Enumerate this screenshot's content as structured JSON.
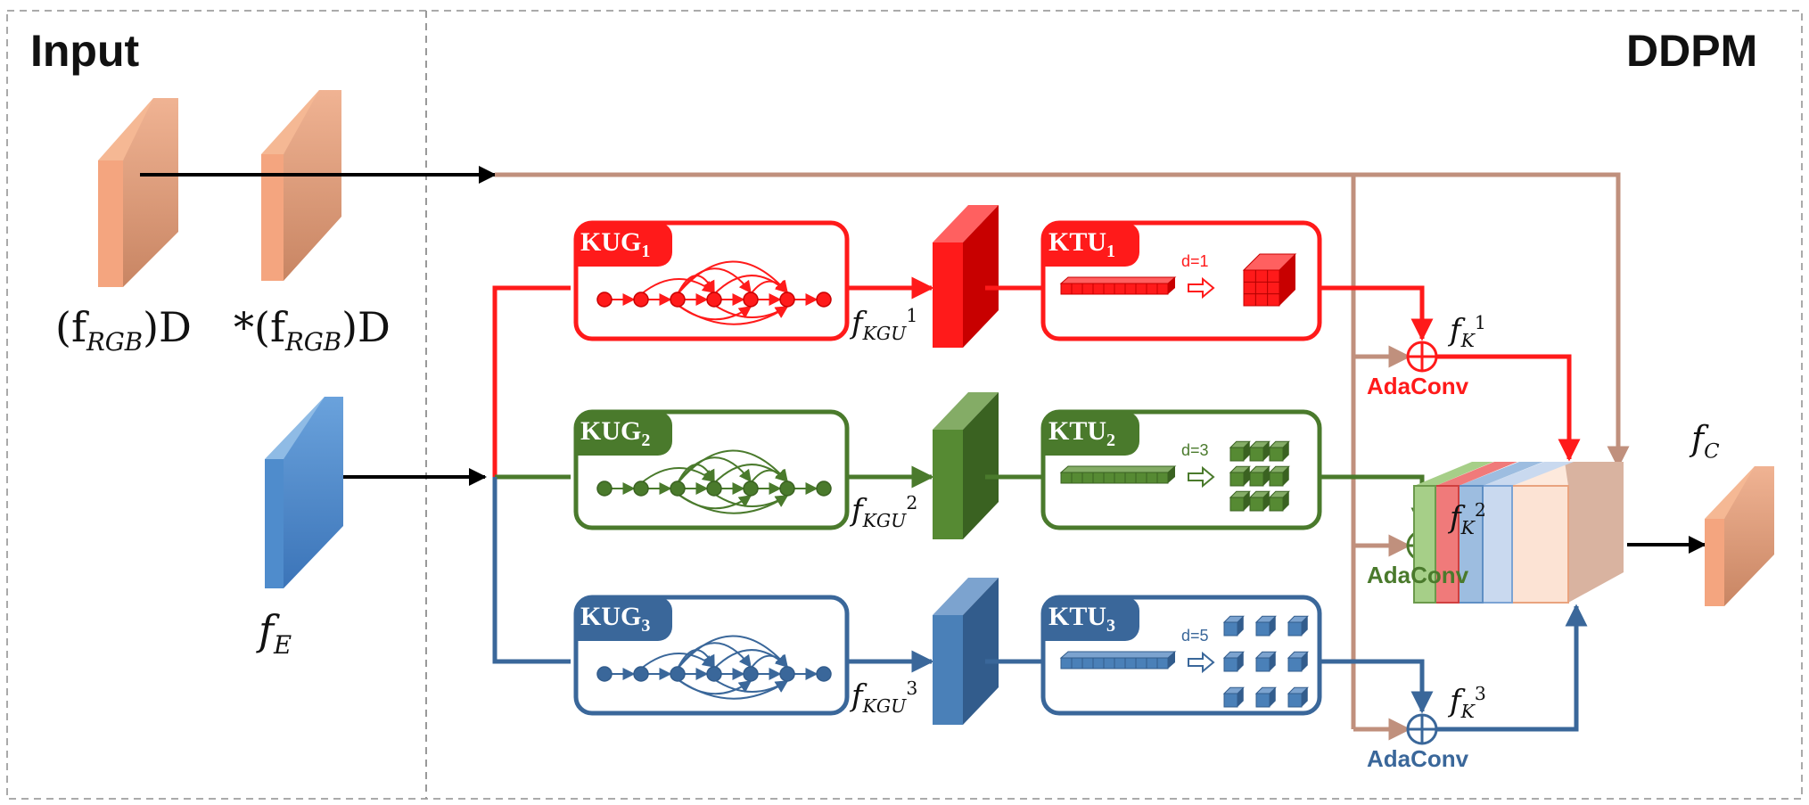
{
  "sections": {
    "input_title": "Input",
    "ddpm_title": "DDPM"
  },
  "inputs": {
    "f_rgb_d": "(f",
    "f_rgb_sub": "RGB",
    "f_rgb_close": ")D",
    "f_rgb_star": "*(f",
    "f_e": "f",
    "f_e_sub": "E"
  },
  "branches": [
    {
      "kug": "KUG",
      "kug_sub": "1",
      "ktu": "KTU",
      "ktu_sub": "1",
      "dilation": "d=1",
      "fkgu": "f",
      "fkgu_sub": "KGU",
      "fkgu_sup": "1",
      "fk": "f",
      "fk_sub": "K",
      "fk_sup": "1",
      "adaconv": "AdaConv",
      "color": "#ff1a1a"
    },
    {
      "kug": "KUG",
      "kug_sub": "2",
      "ktu": "KTU",
      "ktu_sub": "2",
      "dilation": "d=3",
      "fkgu": "f",
      "fkgu_sub": "KGU",
      "fkgu_sup": "2",
      "fk": "f",
      "fk_sub": "K",
      "fk_sup": "2",
      "adaconv": "AdaConv",
      "color": "#4a7a2c"
    },
    {
      "kug": "KUG",
      "kug_sub": "3",
      "ktu": "KTU",
      "ktu_sub": "3",
      "dilation": "d=5",
      "fkgu": "f",
      "fkgu_sub": "KGU",
      "fkgu_sup": "3",
      "fk": "f",
      "fk_sub": "K",
      "fk_sup": "3",
      "adaconv": "AdaConv",
      "color": "#3a679a"
    }
  ],
  "output": {
    "f_c": "f",
    "f_c_sub": "C"
  },
  "colors": {
    "feature_orange": "#f4a57f",
    "feature_blue": "#4f8ccc",
    "skip_line": "#c0907d"
  }
}
